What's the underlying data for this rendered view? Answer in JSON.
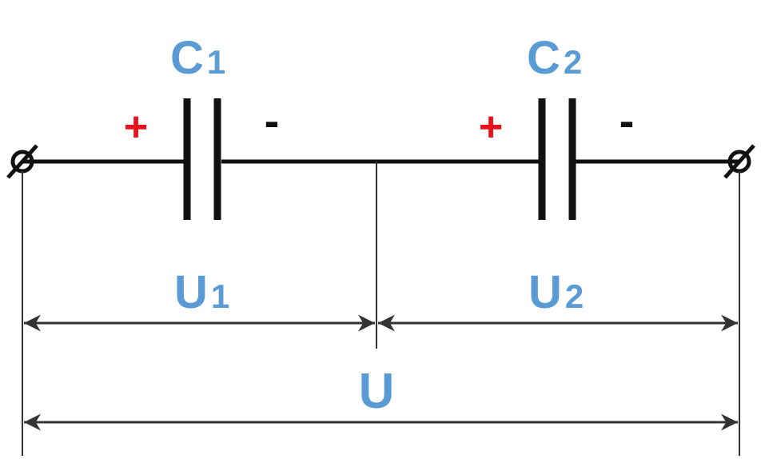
{
  "colors": {
    "label": "#5b9bd5",
    "plus": "#e8101a",
    "wire": "#111111",
    "dimension": "#333333"
  },
  "capacitors": [
    {
      "id": "c1",
      "label": "C",
      "subscript": "1",
      "positive": "+",
      "negative": "-"
    },
    {
      "id": "c2",
      "label": "C",
      "subscript": "2",
      "positive": "+",
      "negative": "-"
    }
  ],
  "voltages": [
    {
      "id": "u1",
      "label": "U",
      "subscript": "1"
    },
    {
      "id": "u2",
      "label": "U",
      "subscript": "2"
    },
    {
      "id": "u",
      "label": "U",
      "subscript": ""
    }
  ],
  "icons": {
    "terminal": "terminal-icon",
    "capacitor": "capacitor-icon",
    "arrow": "double-arrow-icon"
  }
}
